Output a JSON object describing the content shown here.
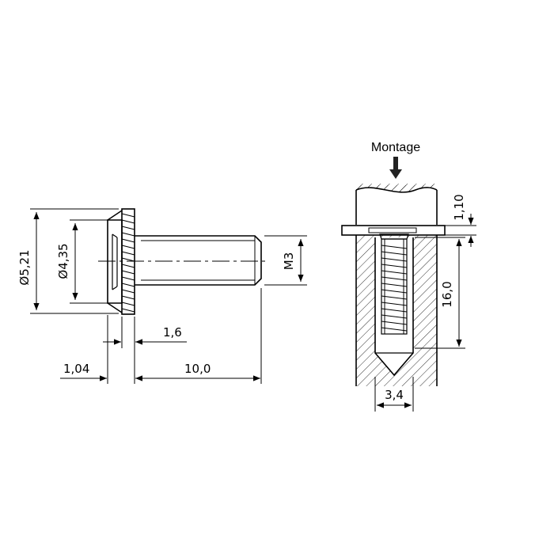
{
  "title": "Montage",
  "dimensions": {
    "head_diameter": "Ø5,21",
    "inner_diameter": "Ø4,35",
    "thread": "M3",
    "knurl_width": "1,6",
    "head_height": "1,04",
    "length": "10,0",
    "sheet_thickness": "1,10",
    "depth": "16,0",
    "hole_diameter": "3,4"
  }
}
